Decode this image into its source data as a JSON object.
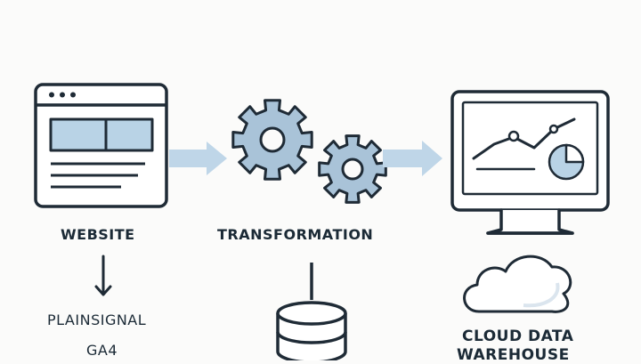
{
  "labels": {
    "website": "WEBSITE",
    "transformation": "TRANSFORMATION",
    "plainsignal": "PLAINSIGNAL",
    "ga4": "GA4",
    "cloud_line1": "CLOUD DATA",
    "cloud_line2": "WAREHOUSE"
  },
  "icons": {
    "browser": "browser-window-icon",
    "gears": "gears-icon",
    "monitor": "monitor-chart-icon",
    "database": "database-icon",
    "cloud": "cloud-icon",
    "arrow_down": "arrow-down-icon",
    "arrow_right": "arrow-right-icon"
  },
  "colors": {
    "stroke": "#1f2b36",
    "accent": "#b9d3e6",
    "gear_fill": "#a9c3d8",
    "background": "#fbfbfa"
  }
}
